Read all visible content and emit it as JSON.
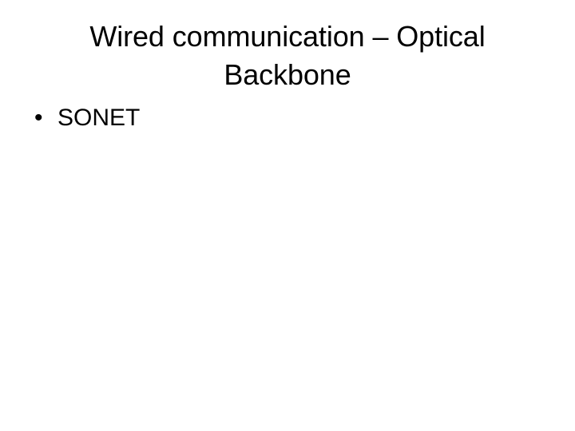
{
  "slide": {
    "background_color": "#ffffff",
    "text_color": "#000000",
    "title": "Wired communication – Optical Backbone",
    "body": {
      "bullets": [
        {
          "marker": "•",
          "text": "SONET",
          "level": 1
        }
      ]
    }
  }
}
